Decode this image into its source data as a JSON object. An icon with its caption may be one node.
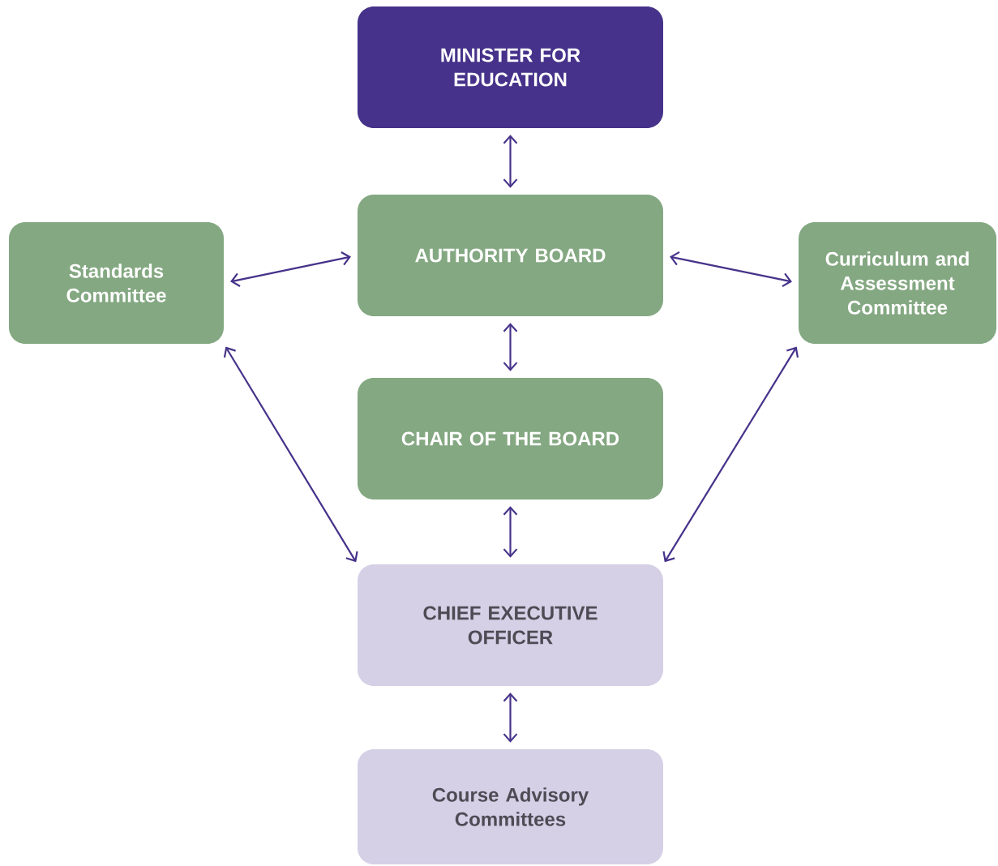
{
  "diagram": {
    "nodes": [
      {
        "text": [
          "MINISTER FOR EDUCATION"
        ]
      },
      {
        "text": [
          "AUTHORITY BOARD"
        ]
      },
      {
        "text": [
          "Standards Committee"
        ]
      },
      {
        "text": [
          "Curriculum and Assessment Committee"
        ]
      },
      {
        "text": [
          "CHAIR OF THE BOARD"
        ]
      },
      {
        "text": [
          "CHIEF EXECUTIVE OFFICER"
        ]
      },
      {
        "text": [
          "Course Advisory Committees"
        ]
      }
    ],
    "edges": [
      {
        "from": 0,
        "to": 1,
        "arrow": "both"
      },
      {
        "from": 1,
        "to": 2,
        "arrow": "both"
      },
      {
        "from": 1,
        "to": 3,
        "arrow": "both"
      },
      {
        "from": 1,
        "to": 4,
        "arrow": "both"
      },
      {
        "from": 2,
        "to": 5,
        "arrow": "both"
      },
      {
        "from": 3,
        "to": 5,
        "arrow": "both"
      },
      {
        "from": 4,
        "to": 5,
        "arrow": "both"
      },
      {
        "from": 5,
        "to": 6,
        "arrow": "both"
      }
    ]
  }
}
